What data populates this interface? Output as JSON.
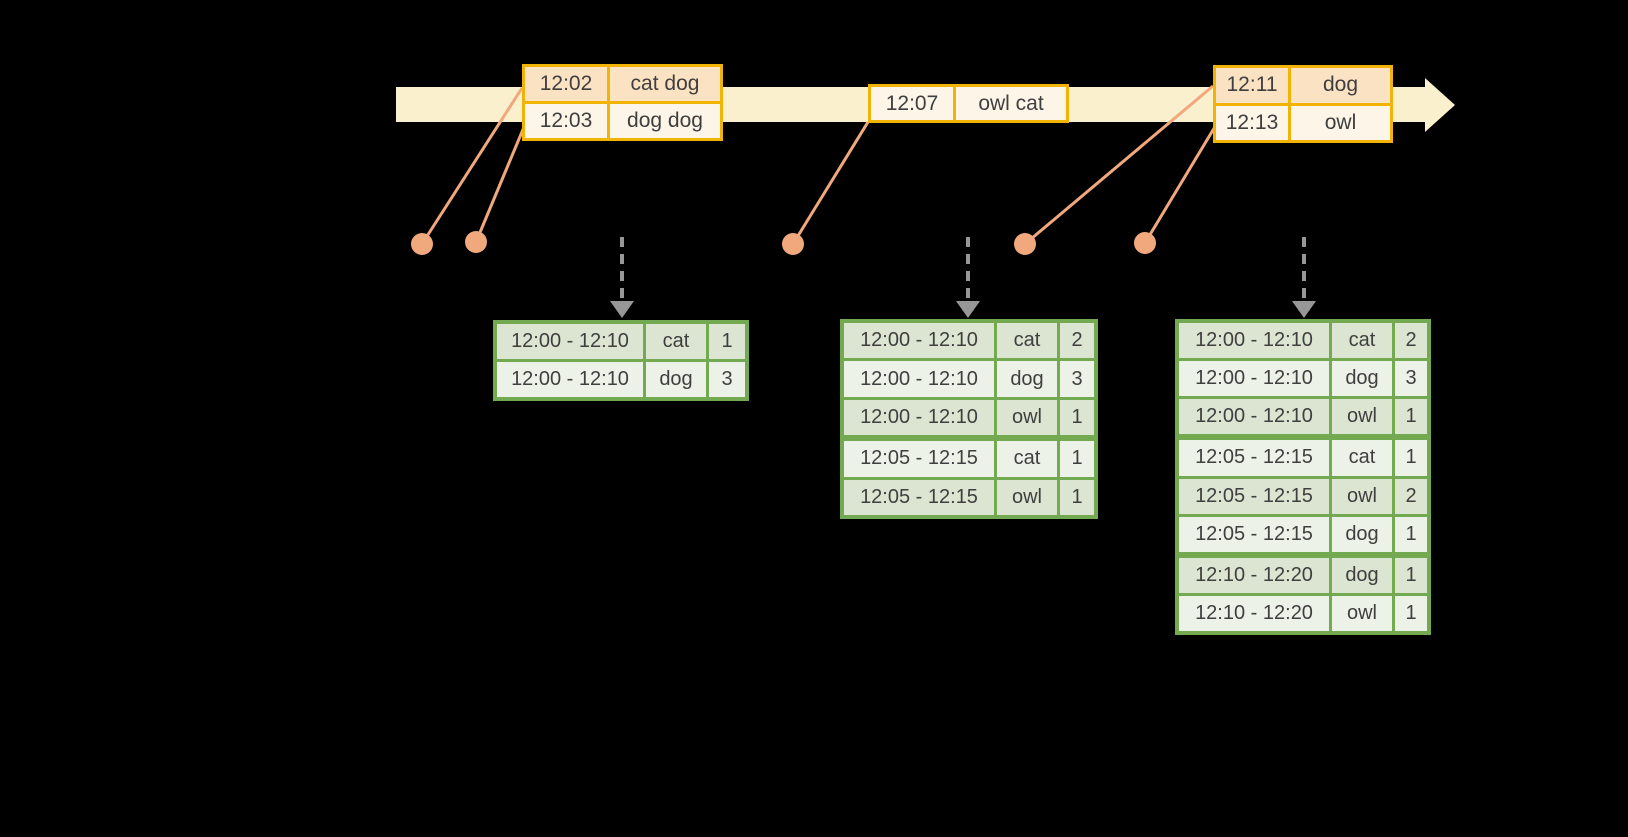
{
  "colors": {
    "background": "#000000",
    "timeline_fill": "#FAF0CD",
    "orange_border": "#F1B405",
    "orange_row_dark": "#FBE2C2",
    "orange_row_light": "#FDF5E8",
    "event_marker": "#F0A87C",
    "green_border": "#73A950",
    "green_row_dark": "#DBE5D1",
    "green_row_light": "#EDF2E8",
    "trigger_arrow": "#979797",
    "text": "#3F3F3F"
  },
  "input_tables": [
    {
      "rows": [
        {
          "time": "12:02",
          "words": "cat dog"
        },
        {
          "time": "12:03",
          "words": "dog dog"
        }
      ]
    },
    {
      "rows": [
        {
          "time": "12:07",
          "words": "owl cat"
        }
      ]
    },
    {
      "rows": [
        {
          "time": "12:11",
          "words": "dog"
        },
        {
          "time": "12:13",
          "words": "owl"
        }
      ]
    }
  ],
  "result_tables": [
    {
      "rows": [
        {
          "window": "12:00 - 12:10",
          "word": "cat",
          "count": 1
        },
        {
          "window": "12:00 - 12:10",
          "word": "dog",
          "count": 3
        }
      ]
    },
    {
      "rows": [
        {
          "window": "12:00 - 12:10",
          "word": "cat",
          "count": 2
        },
        {
          "window": "12:00 - 12:10",
          "word": "dog",
          "count": 3
        },
        {
          "window": "12:00 - 12:10",
          "word": "owl",
          "count": 1
        },
        {
          "window": "12:05 - 12:15",
          "word": "cat",
          "count": 1
        },
        {
          "window": "12:05 - 12:15",
          "word": "owl",
          "count": 1
        }
      ]
    },
    {
      "rows": [
        {
          "window": "12:00 - 12:10",
          "word": "cat",
          "count": 2
        },
        {
          "window": "12:00 - 12:10",
          "word": "dog",
          "count": 3
        },
        {
          "window": "12:00 - 12:10",
          "word": "owl",
          "count": 1
        },
        {
          "window": "12:05 - 12:15",
          "word": "cat",
          "count": 1
        },
        {
          "window": "12:05 - 12:15",
          "word": "owl",
          "count": 2
        },
        {
          "window": "12:05 - 12:15",
          "word": "dog",
          "count": 1
        },
        {
          "window": "12:10 - 12:20",
          "word": "dog",
          "count": 1
        },
        {
          "window": "12:10 - 12:20",
          "word": "owl",
          "count": 1
        }
      ]
    }
  ]
}
